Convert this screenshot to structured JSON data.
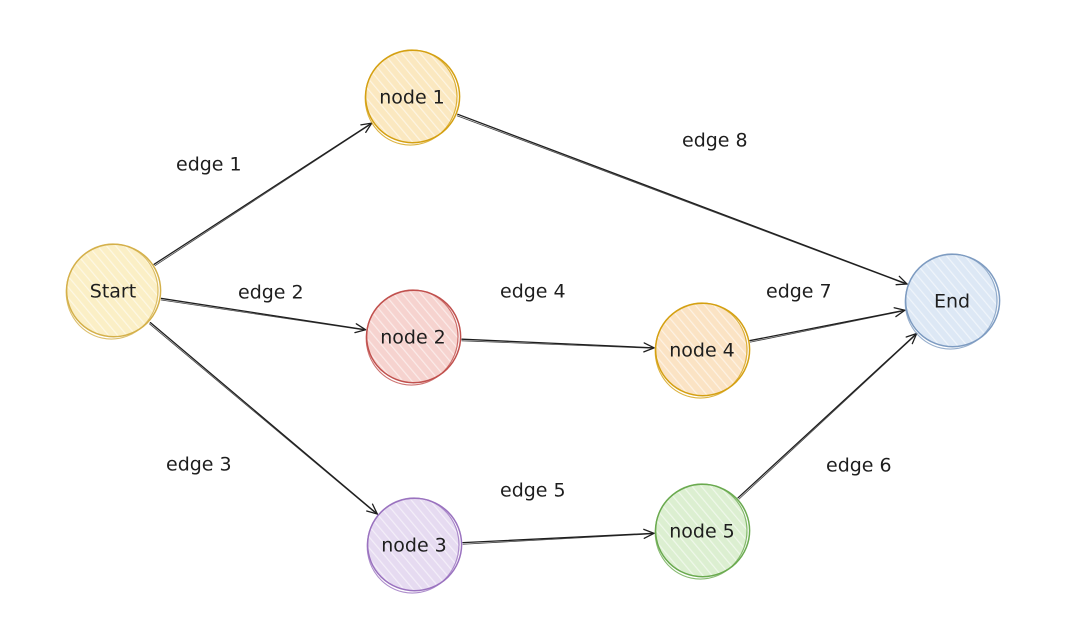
{
  "nodes": [
    {
      "id": "start",
      "label": "Start",
      "stroke": "#d4b04a",
      "fill": "#fbefc6"
    },
    {
      "id": "node1",
      "label": "node 1",
      "stroke": "#d4a012",
      "fill": "#fbe8c0"
    },
    {
      "id": "node2",
      "label": "node 2",
      "stroke": "#c0504d",
      "fill": "#f6d3cf"
    },
    {
      "id": "node3",
      "label": "node 3",
      "stroke": "#9a72bf",
      "fill": "#e6dbf1"
    },
    {
      "id": "node4",
      "label": "node 4",
      "stroke": "#d4a012",
      "fill": "#fbe3c4"
    },
    {
      "id": "node5",
      "label": "node 5",
      "stroke": "#6aaa4f",
      "fill": "#dcefd1"
    },
    {
      "id": "end",
      "label": "End",
      "stroke": "#7d9bc1",
      "fill": "#dde8f5"
    }
  ],
  "edges": [
    {
      "id": "e1",
      "label": "edge 1",
      "from": "start",
      "to": "node1"
    },
    {
      "id": "e2",
      "label": "edge 2",
      "from": "start",
      "to": "node2"
    },
    {
      "id": "e3",
      "label": "edge 3",
      "from": "start",
      "to": "node3"
    },
    {
      "id": "e4",
      "label": "edge 4",
      "from": "node2",
      "to": "node4"
    },
    {
      "id": "e5",
      "label": "edge 5",
      "from": "node3",
      "to": "node5"
    },
    {
      "id": "e6",
      "label": "edge 6",
      "from": "node5",
      "to": "end"
    },
    {
      "id": "e7",
      "label": "edge 7",
      "from": "node4",
      "to": "end"
    },
    {
      "id": "e8",
      "label": "edge 8",
      "from": "node1",
      "to": "end"
    }
  ]
}
